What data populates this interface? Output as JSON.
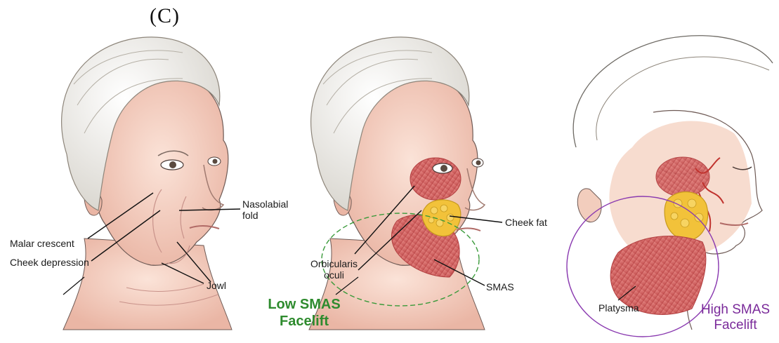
{
  "panel_label": "(C)",
  "panels": {
    "left": {
      "labels": {
        "nasolabial": "Nasolabial",
        "fold": "fold",
        "malar_crescent": "Malar crescent",
        "cheek_depression": "Cheek depression",
        "jowl": "Jowl"
      }
    },
    "middle": {
      "labels": {
        "cheek_fat": "Cheek fat",
        "orbicularis": "Orbicularis",
        "oculi": "oculi",
        "smas": "SMAS"
      },
      "procedure_line1": "Low SMAS",
      "procedure_line2": "Facelift",
      "procedure_color": "#2e8b2e"
    },
    "right": {
      "labels": {
        "platysma": "Platysma"
      },
      "procedure_line1": "High SMAS",
      "procedure_line2": "Facelift",
      "procedure_color": "#7a2a9a"
    }
  },
  "colors": {
    "skin": "#f6d2c2",
    "skin_shade": "#e9b3a2",
    "hair": "#f3f1ec",
    "muscle": "#d86a6a",
    "fat": "#f2c23a",
    "outline": "#5a4a46"
  }
}
